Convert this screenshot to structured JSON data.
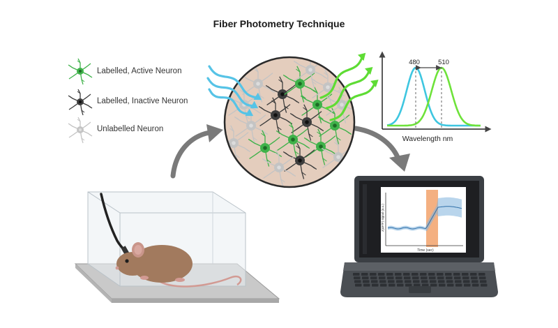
{
  "title": "Fiber Photometry Technique",
  "legend": [
    {
      "label": "Labelled, Active Neuron",
      "color": "#3fb24a"
    },
    {
      "label": "Labelled, Inactive Neuron",
      "color": "#3d3d3d"
    },
    {
      "label": "Unlabelled Neuron",
      "color": "#c4c4c4"
    }
  ],
  "spectrum": {
    "peak_excitation_label": "480",
    "peak_emission_label": "510",
    "xlabel": "Wavelength nm",
    "excitation_color": "#3ec6e0",
    "emission_color": "#6ee23a"
  },
  "laptop_plot": {
    "ylabel": "z(ΔF/F) signal (a.u.)",
    "xlabel": "Time (sec)",
    "band_color": "#f2a26b",
    "trace_color": "#7fb3dd"
  },
  "colors": {
    "light_blue": "#56c3e6",
    "light_green": "#5edc34",
    "tissue": "#e4cdbd",
    "arrow_gray": "#7a7a7a",
    "mouse": "#a27a5e"
  }
}
